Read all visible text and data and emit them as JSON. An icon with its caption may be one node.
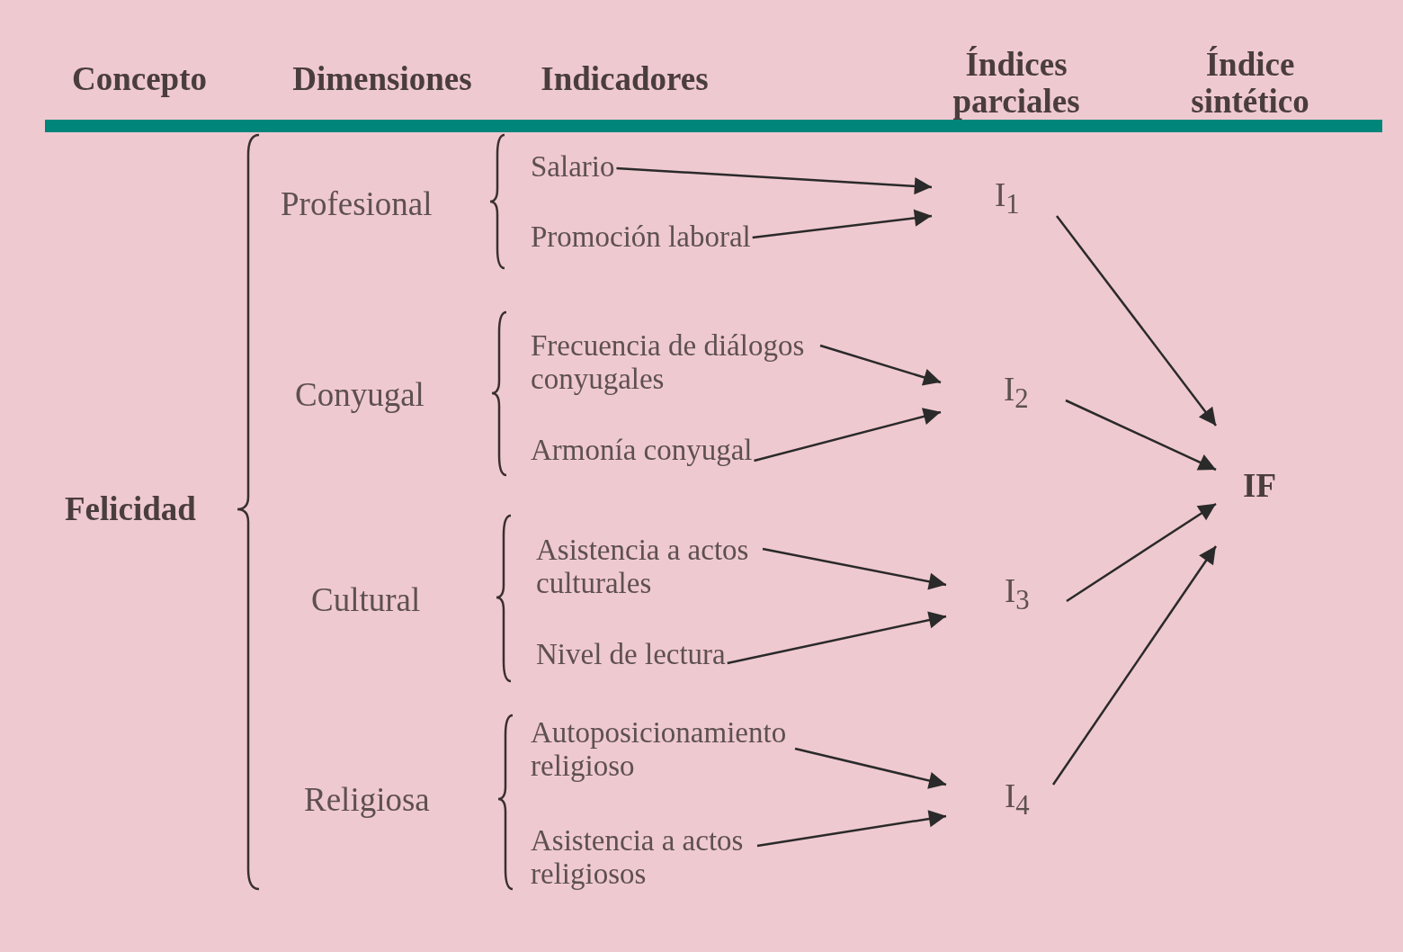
{
  "diagram": {
    "nodes": [
      {
        "text": [
          "Felicidad"
        ]
      },
      {
        "text": [
          "Profesional"
        ]
      },
      {
        "text": [
          "Conyugal"
        ]
      },
      {
        "text": [
          "Cultural"
        ]
      },
      {
        "text": [
          "Religiosa"
        ]
      },
      {
        "text": [
          "Salario"
        ]
      },
      {
        "text": [
          "Promoción laboral"
        ]
      },
      {
        "text": [
          "Frecuencia de diálogos conyugales"
        ]
      },
      {
        "text": [
          "Armonía conyugal"
        ]
      },
      {
        "text": [
          "Asistencia a actos culturales"
        ]
      },
      {
        "text": [
          "Nivel de lectura"
        ]
      },
      {
        "text": [
          "Autoposicionamiento religioso"
        ]
      },
      {
        "text": [
          "Asistencia a actos religiosos"
        ]
      },
      {
        "text": [
          "I$_{1}$"
        ]
      },
      {
        "text": [
          "I$_{2}$"
        ]
      },
      {
        "text": [
          "I$_{3}$"
        ]
      },
      {
        "text": [
          "I$_{4}$"
        ]
      },
      {
        "text": [
          "IF"
        ]
      }
    ],
    "edges": [
      {
        "from": 5,
        "to": 13,
        "arrow": "to"
      },
      {
        "from": 6,
        "to": 13,
        "arrow": "to"
      },
      {
        "from": 7,
        "to": 14,
        "arrow": "to"
      },
      {
        "from": 8,
        "to": 14,
        "arrow": "to"
      },
      {
        "from": 9,
        "to": 15,
        "arrow": "to"
      },
      {
        "from": 10,
        "to": 15,
        "arrow": "to"
      },
      {
        "from": 11,
        "to": 16,
        "arrow": "to"
      },
      {
        "from": 12,
        "to": 16,
        "arrow": "to"
      },
      {
        "from": 13,
        "to": 17,
        "arrow": "to"
      },
      {
        "from": 14,
        "to": 17,
        "arrow": "to"
      },
      {
        "from": 15,
        "to": 17,
        "arrow": "to"
      },
      {
        "from": 16,
        "to": 17,
        "arrow": "to"
      }
    ],
    "labels": [
      "Concepto",
      "Dimensiones",
      "Indicadores",
      "Índices parciales",
      "Índice sintético"
    ]
  }
}
